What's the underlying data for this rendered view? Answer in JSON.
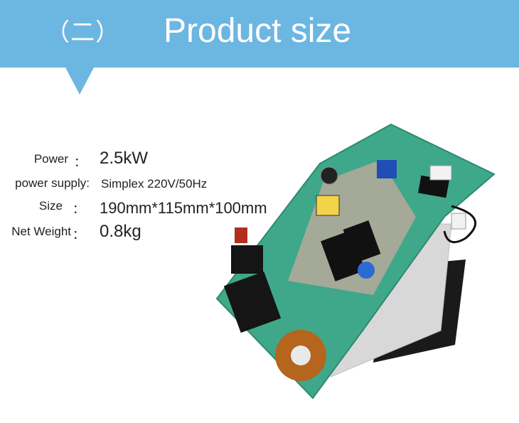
{
  "header": {
    "section_number": "（二）",
    "title": "Product size"
  },
  "specs": [
    {
      "label": "Power",
      "colon": "：",
      "value": "2.5kW"
    },
    {
      "label": "power supply:",
      "colon": "",
      "value": "Simplex 220V/50Hz"
    },
    {
      "label": "Size",
      "colon": "：",
      "value": "190mm*115mm*100mm"
    },
    {
      "label": "Net Weight",
      "colon": "：",
      "value": "0.8kg"
    }
  ],
  "colors": {
    "banner": "#6cb6e2",
    "pcb": "#3fa88a",
    "heatsink": "#d9d9d9",
    "fan": "#1a1a1a"
  }
}
